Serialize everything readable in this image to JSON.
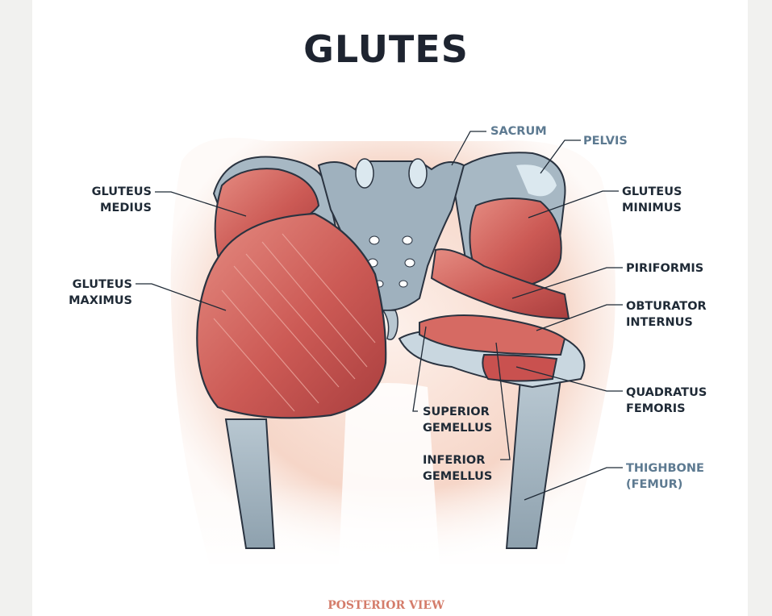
{
  "title": "GLUTES",
  "footer": "POSTERIOR VIEW",
  "labels": {
    "sacrum": "SACRUM",
    "pelvis": "PELVIS",
    "gluteus_medius": [
      "GLUTEUS",
      "MEDIUS"
    ],
    "gluteus_minimus": [
      "GLUTEUS",
      "MINIMUS"
    ],
    "gluteus_maximus": [
      "GLUTEUS",
      "MAXIMUS"
    ],
    "piriformis": "PIRIFORMIS",
    "obturator_internus": [
      "OBTURATOR",
      "INTERNUS"
    ],
    "quadratus_femoris": [
      "QUADRATUS",
      "FEMORIS"
    ],
    "superior_gemellus": [
      "SUPERIOR",
      "GEMELLUS"
    ],
    "inferior_gemellus": [
      "INFERIOR",
      "GEMELLUS"
    ],
    "thighbone": [
      "THIGHBONE",
      "(FEMUR)"
    ]
  },
  "colors": {
    "muscle": "#c9514f",
    "muscle_light": "#e58c82",
    "bone": "#98a9b5",
    "bone_light": "#dbe8ef",
    "skin": "#f6dacd",
    "title": "#1e2430",
    "bone_label": "#5d7a91",
    "footer": "#d47c6a"
  }
}
